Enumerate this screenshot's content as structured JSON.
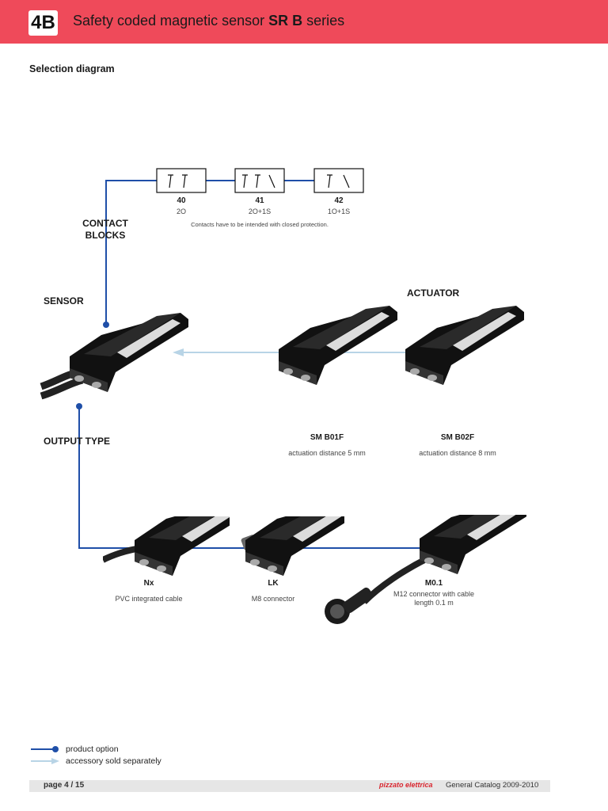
{
  "header": {
    "badge": "4B",
    "title_prefix": "Safety coded magnetic sensor ",
    "title_bold": "SR B",
    "title_suffix": " series",
    "color": "#ef4a5a"
  },
  "section_title": "Selection diagram",
  "labels": {
    "contact_blocks_line1": "CONTACT",
    "contact_blocks_line2": "BLOCKS",
    "sensor": "SENSOR",
    "actuator": "ACTUATOR",
    "output_type": "OUTPUT TYPE"
  },
  "contacts": [
    {
      "code": "40",
      "config": "2O"
    },
    {
      "code": "41",
      "config": "2O+1S"
    },
    {
      "code": "42",
      "config": "1O+1S"
    }
  ],
  "contacts_note": "Contacts have to be intended with closed protection.",
  "actuators": [
    {
      "code": "SM B01F",
      "desc": "actuation distance 5 mm"
    },
    {
      "code": "SM B02F",
      "desc": "actuation distance 8 mm"
    }
  ],
  "outputs": [
    {
      "code": "Nx",
      "desc": "PVC integrated cable"
    },
    {
      "code": "LK",
      "desc": "M8 connector"
    },
    {
      "code": "M0.1",
      "desc_line1": "M12 connector with cable",
      "desc_line2": "length 0.1 m"
    }
  ],
  "legend": {
    "product_option": "product option",
    "accessory": "accessory sold separately"
  },
  "footer": {
    "page_label": "page 4 / 15",
    "brand": "pizzato elettrica",
    "catalog": "General Catalog 2009-2010"
  },
  "colors": {
    "option_line": "#1f4fa8",
    "accessory_arrow": "#b8d4e6"
  },
  "icons": [
    "sensor-photo",
    "actuator-photo",
    "contact-symbol",
    "m12-connector-photo"
  ]
}
